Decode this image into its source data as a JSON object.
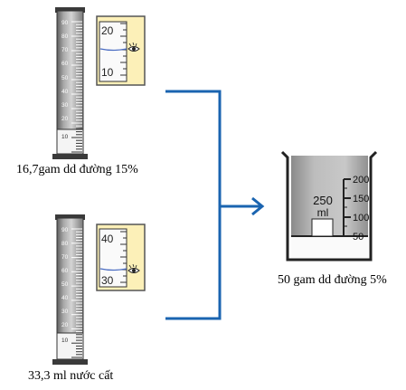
{
  "colors": {
    "arrow": "#1a64b0",
    "zoom_panel": "#fcf0b8",
    "meniscus": "#4a6cc2"
  },
  "cylinder_scale": [
    "90",
    "80",
    "70",
    "60",
    "50",
    "40",
    "30",
    "20",
    "10"
  ],
  "top_setup": {
    "zoom_upper": "20",
    "zoom_lower": "10",
    "caption": "16,7gam dd đường 15%"
  },
  "bottom_setup": {
    "zoom_upper": "40",
    "zoom_lower": "30",
    "caption": "33,3 ml nước cất"
  },
  "beaker": {
    "label_volume": "250",
    "label_unit": "ml",
    "scale": [
      "200",
      "150",
      "100",
      "50"
    ],
    "caption": "50 gam dd đường 5%"
  },
  "icons": {
    "eye": "eye-icon"
  }
}
